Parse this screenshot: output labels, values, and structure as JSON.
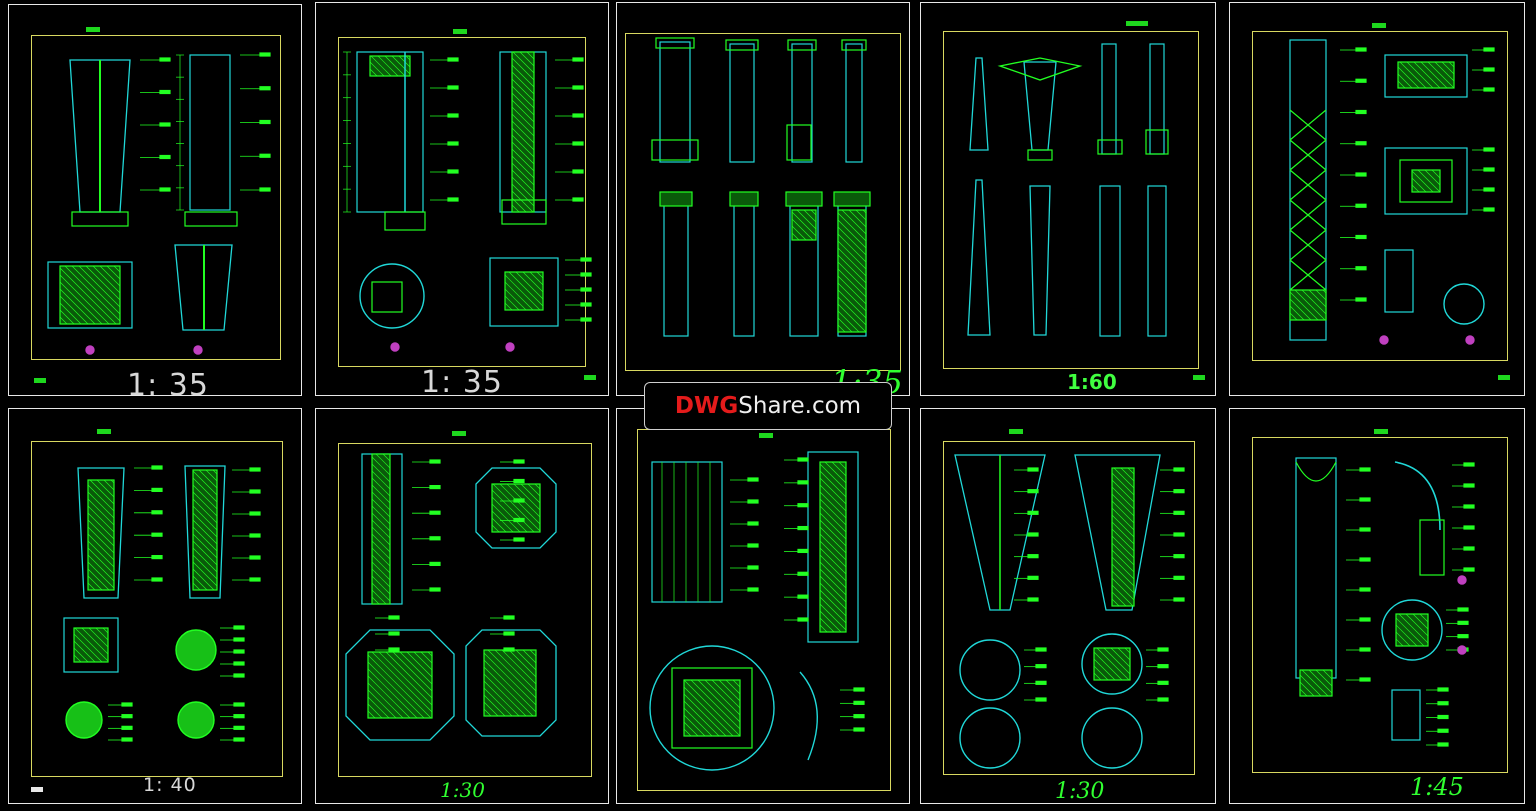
{
  "sheets": [
    {
      "scale": "1: 35"
    },
    {
      "scale": "1: 35"
    },
    {
      "scale": "1:35"
    },
    {
      "scale": "1:60"
    },
    {
      "scale": ""
    },
    {
      "scale": "1: 40"
    },
    {
      "scale": "1:30"
    },
    {
      "scale": ""
    },
    {
      "scale": "1:30"
    },
    {
      "scale": "1:45"
    }
  ],
  "watermark": {
    "brand": "DWG",
    "rest": "Share.com"
  },
  "colors": {
    "background": "#000000",
    "linework": "#22ff22",
    "cyan": "#20d8d8",
    "frame": "#d8d860",
    "watermark_red": "#e41b1b"
  }
}
